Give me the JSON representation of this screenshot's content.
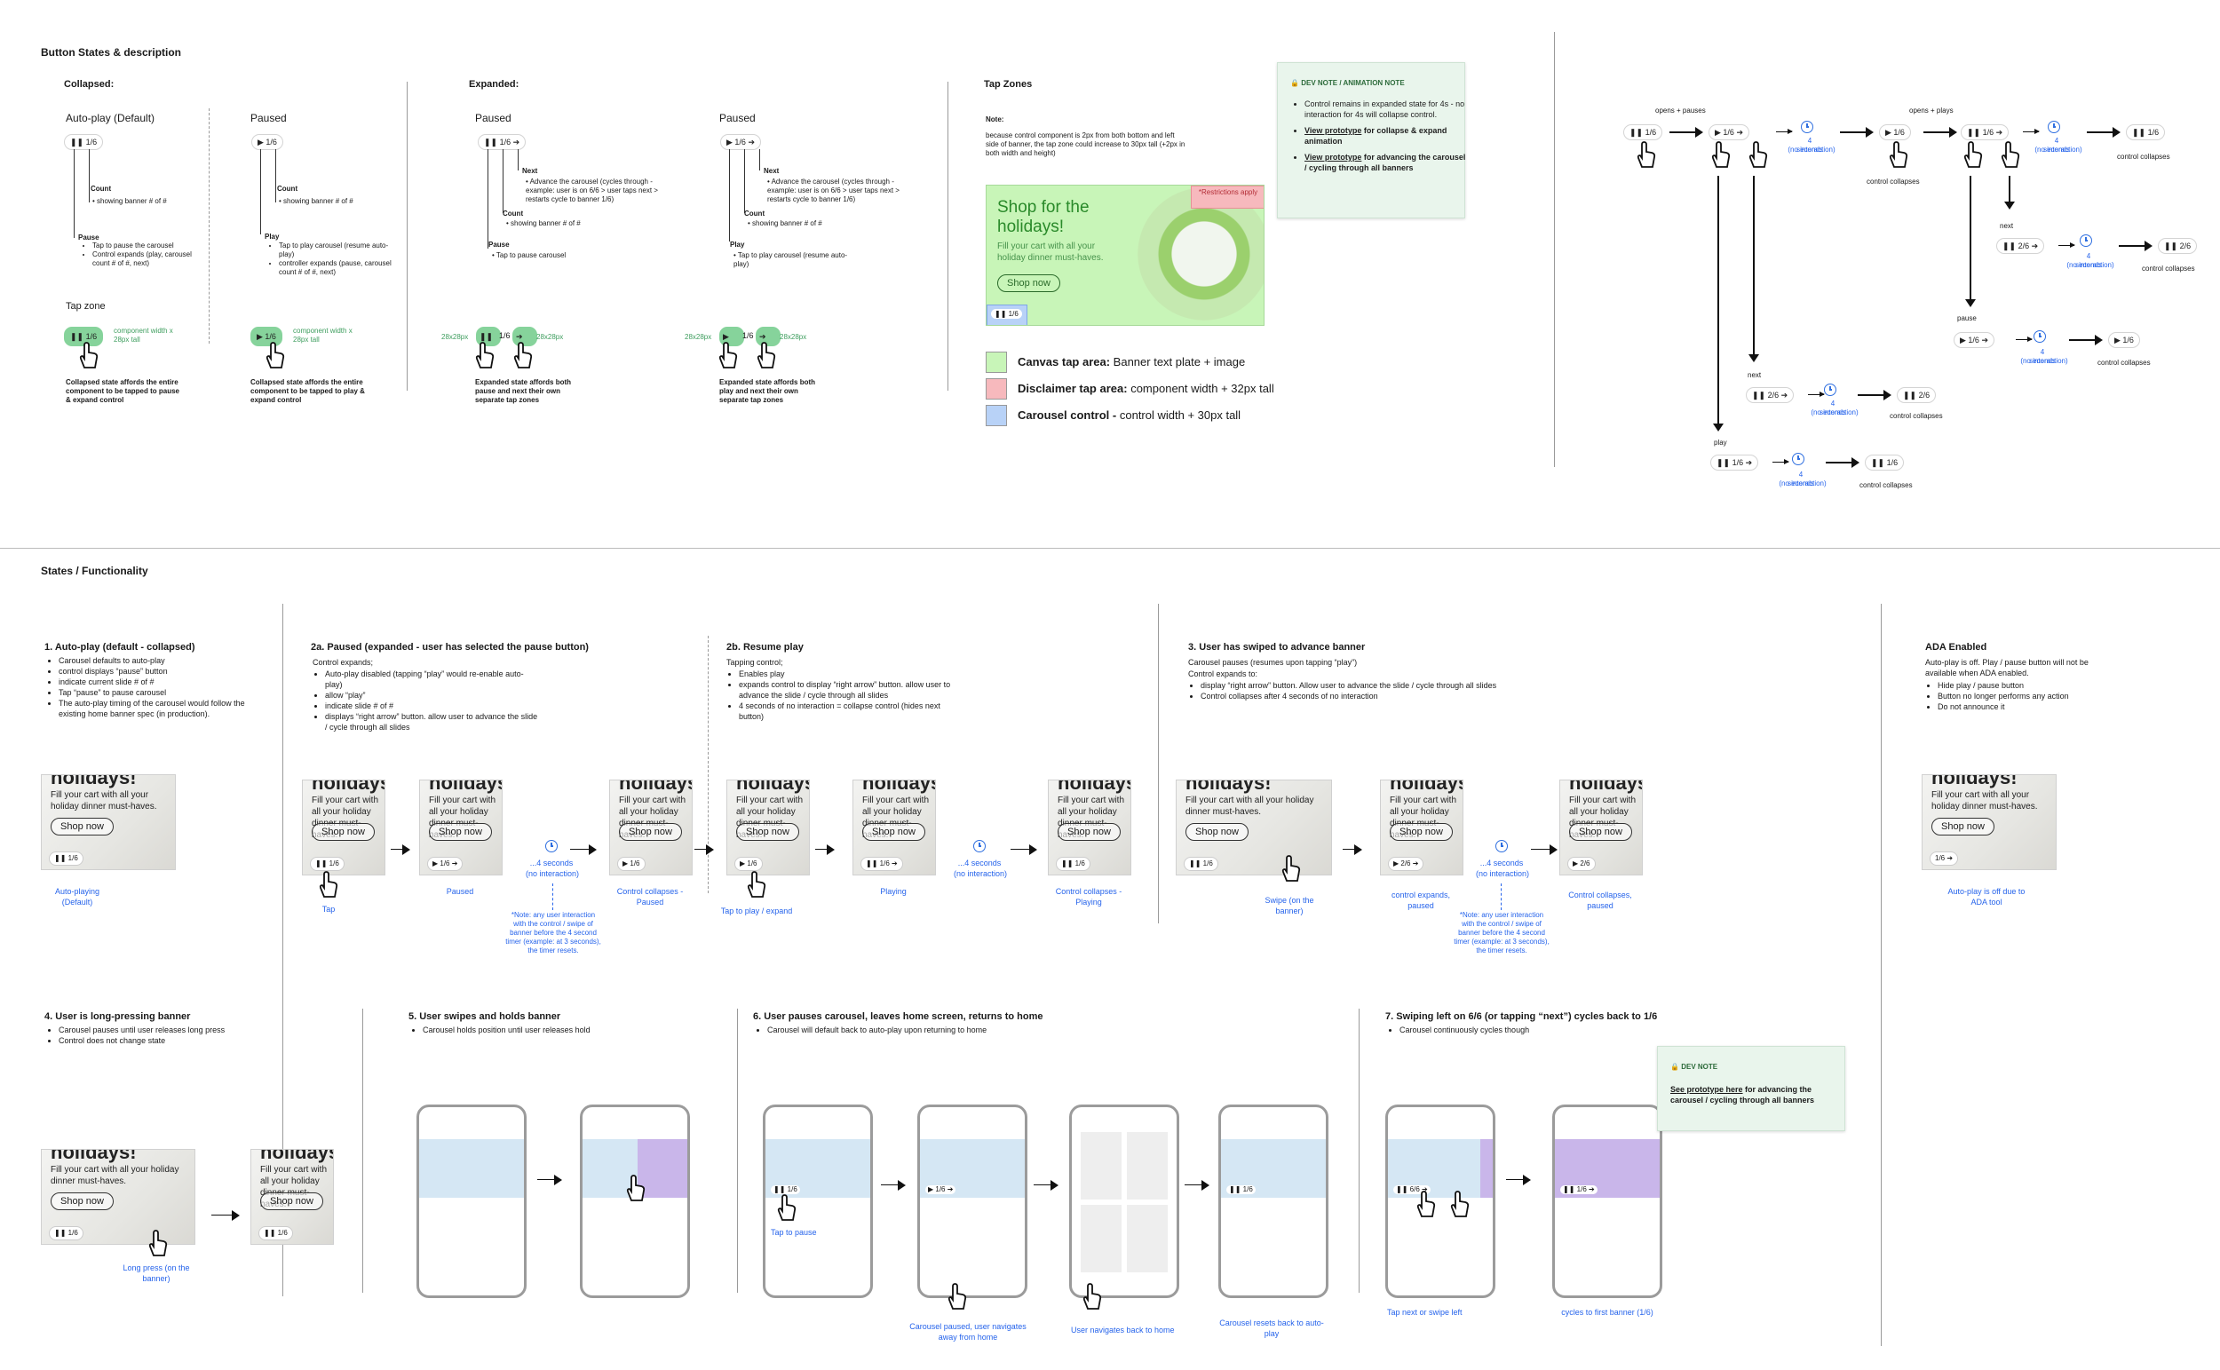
{
  "section1": {
    "title": "Button States & description",
    "collapsed_heading": "Collapsed:",
    "expanded_heading": "Expanded:",
    "autoplay_label": "Auto-play (Default)",
    "paused_label": "Paused",
    "control_text": "1/6",
    "count_title": "Count",
    "count_desc": "showing banner # of #",
    "pause_title": "Pause",
    "pause_items": [
      "Tap to pause the carousel",
      "Control expands (play, carousel count # of #, next)"
    ],
    "play_title": "Play",
    "play_items": [
      "Tap to play carousel (resume auto-play)",
      "controller expands (pause, carousel count # of #, next)"
    ],
    "tapzone_label": "Tap zone",
    "component_size": "component width x 28px tall",
    "collapsed_note1": "Collapsed state affords the entire component to be tapped to pause & expand control",
    "collapsed_note2": "Collapsed state affords the entire component to be tapped to play & expand control",
    "next_title": "Next",
    "next_desc": "Advance the carousel (cycles through - example: user is on 6/6 > user taps next > restarts cycle to banner 1/6)",
    "exp_pause_desc": "Tap to pause carousel",
    "exp_play_desc": "Tap to play carousel (resume auto-play)",
    "size_28": "28x28px",
    "expanded_note1": "Expanded state affords both pause and next their own separate tap zones",
    "expanded_note2": "Expanded state affords both play and next their own separate tap zones"
  },
  "tapzones": {
    "title": "Tap Zones",
    "note_title": "Note:",
    "note_body": "because control component is 2px from both bottom and left side of banner, the tap zone could increase to 30px tall (+2px in both width and height)",
    "banner_title": "Shop for the holidays!",
    "banner_copy": "Fill your cart with all your holiday dinner must-haves.",
    "banner_btn": "Shop now",
    "restrictions": "*Restrictions apply",
    "legend": [
      {
        "bold": "Canvas tap area:",
        "rest": " Banner text plate + image",
        "color": "#c8f5b8"
      },
      {
        "bold": "Disclaimer tap area:",
        "rest": " component width + 32px tall",
        "color": "#f7b9bd"
      },
      {
        "bold": "Carousel control - ",
        "rest": "control width + 30px tall",
        "color": "#b8d2f7"
      }
    ]
  },
  "devnote1": {
    "tag": "DEV NOTE / ANIMATION NOTE",
    "item1": "Control remains in expanded state for 4s - no interaction for 4s will collapse control.",
    "item2_link": "View prototype",
    "item2_rest": " for collapse & expand animation",
    "item3_link": "View prototype",
    "item3_rest": " for advancing the carousel / cycling through all banners"
  },
  "flow": {
    "opens_pauses": "opens + pauses",
    "opens_plays": "opens + plays",
    "four_seconds": "4 seconds",
    "no_interaction": "(no interaction)",
    "control_collapses": "control collapses",
    "next": "next",
    "pause": "pause",
    "play": "play",
    "c16": "1/6",
    "c26": "2/6"
  },
  "section2": {
    "title": "States / Functionality",
    "s1_title": "1. Auto-play (default - collapsed)",
    "s1_items": [
      "Carousel defaults to auto-play",
      "control displays “pause” button",
      "indicate current slide # of #",
      "Tap “pause” to pause carousel",
      "The auto-play timing of the carousel would follow the existing home banner spec (in production)."
    ],
    "s1_cap": "Auto-playing (Default)",
    "s2a_title": "2a. Paused (expanded - user has selected the pause button)",
    "s2a_intro": "Control expands;",
    "s2a_items": [
      "Auto-play disabled (tapping “play” would re-enable auto-play)",
      "allow “play”",
      "indicate slide # of #",
      "displays “right arrow” button. allow user to advance the slide / cycle through all slides"
    ],
    "tap": "Tap",
    "paused": "Paused",
    "four_sec": "...4 seconds",
    "no_interaction": "(no interaction)",
    "collapses_paused": "Control collapses - Paused",
    "timer_note": "*Note: any user interaction with the control / swipe of banner before the 4 second timer (example: at 3 seconds), the timer resets.",
    "s2b_title": "2b. Resume play",
    "s2b_intro": "Tapping control;",
    "s2b_items": [
      "Enables play",
      "expands control to display “right arrow” button. allow user to advance the slide / cycle through all slides",
      "4 seconds of no interaction = collapse control (hides next button)"
    ],
    "tap_play": "Tap to play / expand",
    "playing": "Playing",
    "collapses_playing": "Control collapses - Playing",
    "s3_title": "3. User has swiped to advance banner",
    "s3_intro1": "Carousel pauses (resumes upon tapping “play”)",
    "s3_intro2": "Control expands to:",
    "s3_items": [
      "display “right arrow” button. Allow user to advance the slide / cycle through all slides",
      "Control collapses after 4 seconds of no interaction"
    ],
    "swipe": "Swipe (on the banner)",
    "expands_paused": "control expands, paused",
    "collapses_paused2": "Control collapses, paused",
    "ada_title": "ADA Enabled",
    "ada_intro": "Auto-play is off. Play / pause button will not be available when ADA enabled.",
    "ada_items": [
      "Hide play / pause button",
      "Button no longer performs any action",
      "Do not announce it"
    ],
    "ada_cap": "Auto-play is off due to ADA tool",
    "s4_title": "4. User is long-pressing banner",
    "s4_items": [
      "Carousel pauses until user releases long press",
      "Control does not change state"
    ],
    "long_press": "Long press (on the banner)",
    "s5_title": "5. User swipes and holds banner",
    "s5_items": [
      "Carousel holds position until user releases hold"
    ],
    "s6_title": "6. User pauses carousel, leaves home screen, returns to home",
    "s6_items": [
      "Carousel will default back to auto-play upon returning to home"
    ],
    "tap_pause": "Tap to pause",
    "nav_away": "Carousel paused, user navigates away from home",
    "nav_back": "User navigates back to home",
    "resets": "Carousel resets back to auto-play",
    "s7_title": "7. Swiping left on 6/6 (or tapping “next”) cycles back to 1/6",
    "s7_items": [
      "Carousel continuously cycles though"
    ],
    "tap_next": "Tap next or swipe left",
    "cycles_first": "cycles to first banner (1/6)",
    "big_word": "holidays!",
    "thumb_copy": "Fill your cart with all your holiday dinner must-haves.",
    "shop_now": "Shop now",
    "c16": "1/6",
    "c26": "2/6",
    "c66": "6/6"
  },
  "devnote2": {
    "tag": "DEV NOTE",
    "link": "See prototype here",
    "rest": " for advancing the carousel / cycling through all banners"
  },
  "colors": {
    "accent_blue": "#2563eb",
    "tap_green": "#86d39b",
    "devnote_bg": "#e9f5ec",
    "phone_band": "#d5e7f4",
    "phone_purple": "#c9b6ea"
  }
}
